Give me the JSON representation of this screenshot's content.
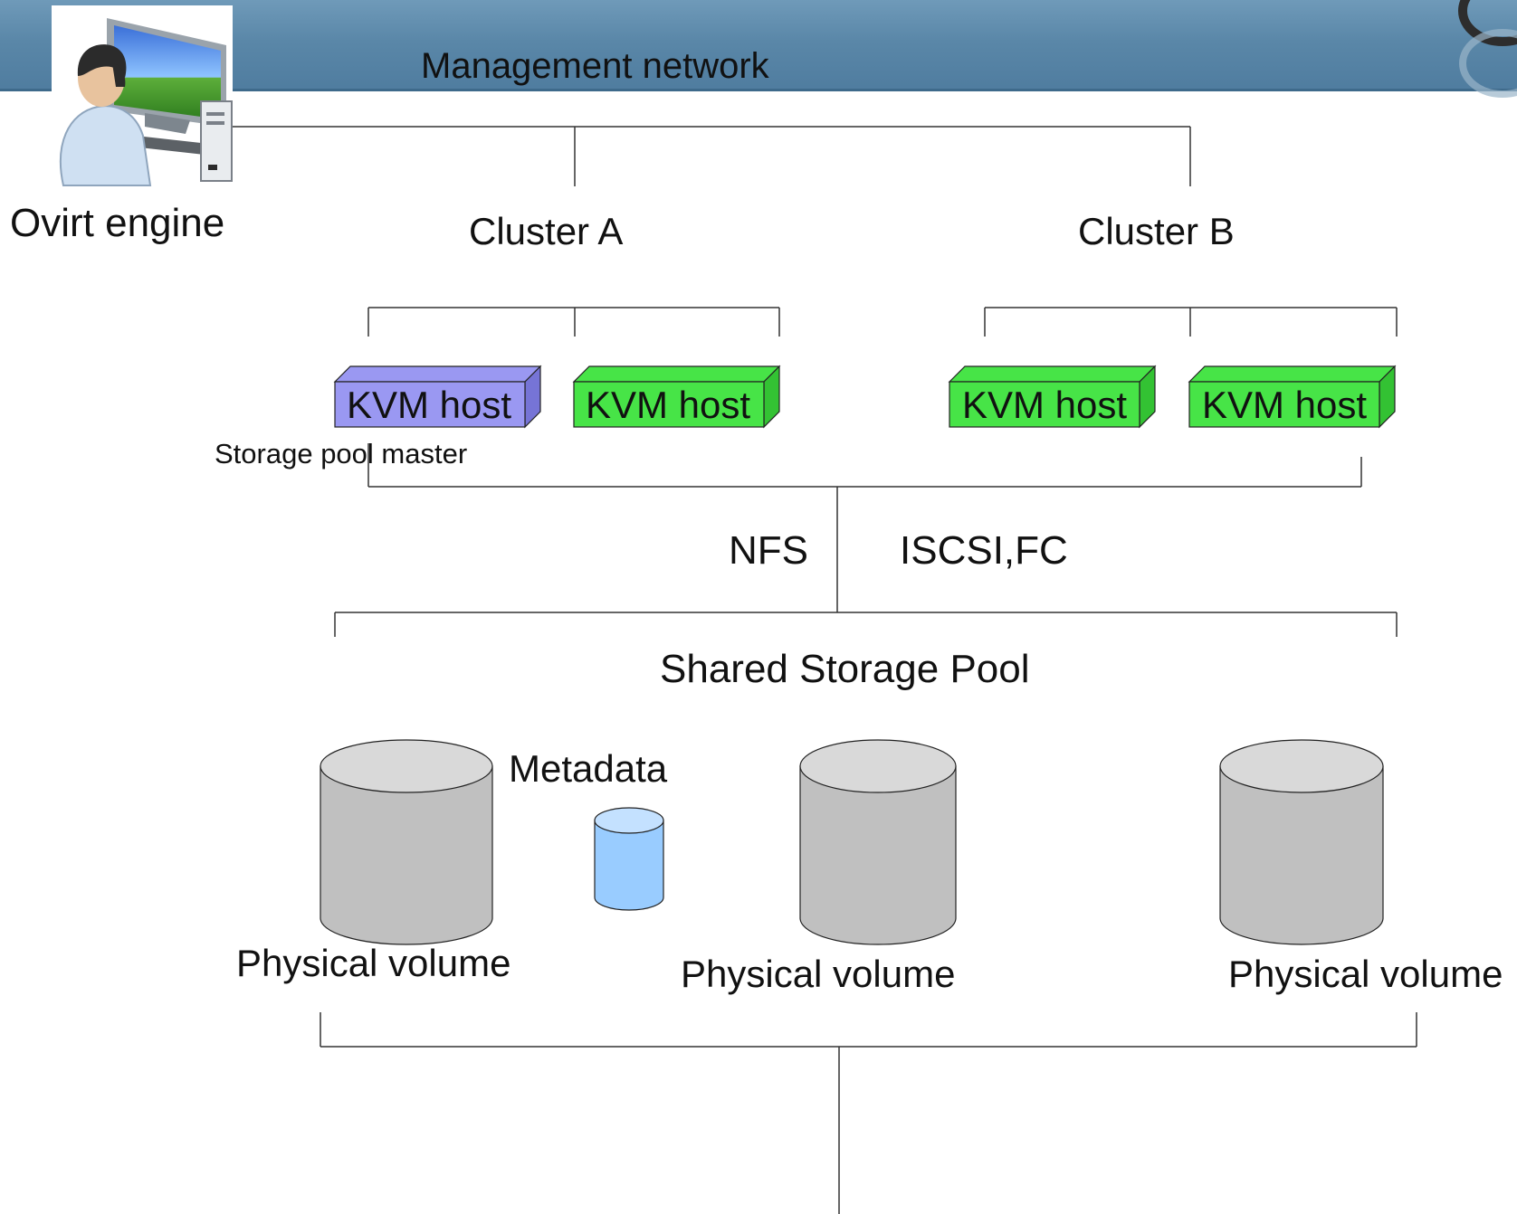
{
  "header": {
    "title": "Management network"
  },
  "engine": {
    "label": "Ovirt engine"
  },
  "clusters": [
    {
      "label": "Cluster A"
    },
    {
      "label": "Cluster B"
    }
  ],
  "hosts": [
    {
      "label": "KVM host",
      "color": "#9a98f2",
      "side": "#7674d6"
    },
    {
      "label": "KVM host",
      "color": "#47e447",
      "side": "#33c233"
    },
    {
      "label": "KVM host",
      "color": "#47e447",
      "side": "#33c233"
    },
    {
      "label": "KVM host",
      "color": "#47e447",
      "side": "#33c233"
    }
  ],
  "storage_pool_master": {
    "label": "Storage pool master"
  },
  "protocols": {
    "nfs": "NFS",
    "iscsi_fc": "ISCSI,FC"
  },
  "shared_storage": {
    "label": "Shared Storage Pool"
  },
  "metadata": {
    "label": "Metadata",
    "color": "#99ccff"
  },
  "physical_volumes": [
    {
      "label": "Physical volume"
    },
    {
      "label": "Physical volume"
    },
    {
      "label": "Physical volume"
    }
  ],
  "colors": {
    "header": "#5a87a8",
    "volume_body": "#c0c0c0",
    "volume_top": "#d9d9d9",
    "line": "#333333"
  }
}
